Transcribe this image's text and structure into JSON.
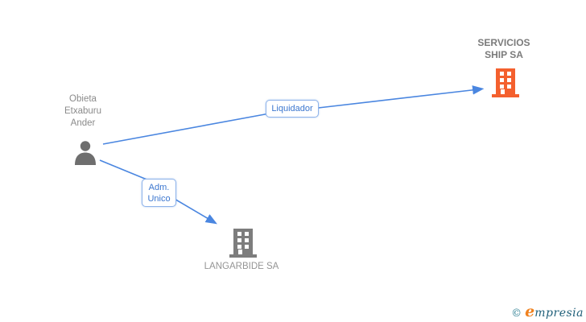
{
  "colors": {
    "edge_blue": "#4a86e0",
    "relation_label_border": "#8fb3ea",
    "relation_label_text": "#3b76cf",
    "company_highlight_orange": "#f4602e",
    "company_gray": "#7d7d7d",
    "person_gray": "#6e6e6e",
    "text_gray": "#8b8b8b",
    "logo_teal": "#2e7f93",
    "logo_orange": "#f08220",
    "logo_dark_teal": "#20607a"
  },
  "diagram": {
    "person": {
      "name": "Obieta Etxaburu Ander",
      "name_lines": [
        "Obieta",
        "Etxaburu",
        "Ander"
      ],
      "icon": "person-icon"
    },
    "relations": [
      {
        "label": "Liquidador",
        "from": "Obieta Etxaburu Ander",
        "to": "SERVICIOS SHIP SA"
      },
      {
        "label": "Adm. Unico",
        "label_lines": [
          "Adm.",
          "Unico"
        ],
        "from": "Obieta Etxaburu Ander",
        "to": "LANGARBIDE SA"
      }
    ],
    "companies": [
      {
        "name": "SERVICIOS SHIP SA",
        "name_lines": [
          "SERVICIOS",
          "SHIP SA"
        ],
        "icon": "building-icon",
        "emphasis": "orange"
      },
      {
        "name": "LANGARBIDE SA",
        "icon": "building-icon",
        "emphasis": "gray"
      }
    ]
  },
  "footer": {
    "copyright_symbol": "©",
    "brand_first_letter": "e",
    "brand_rest": "mpresia"
  }
}
